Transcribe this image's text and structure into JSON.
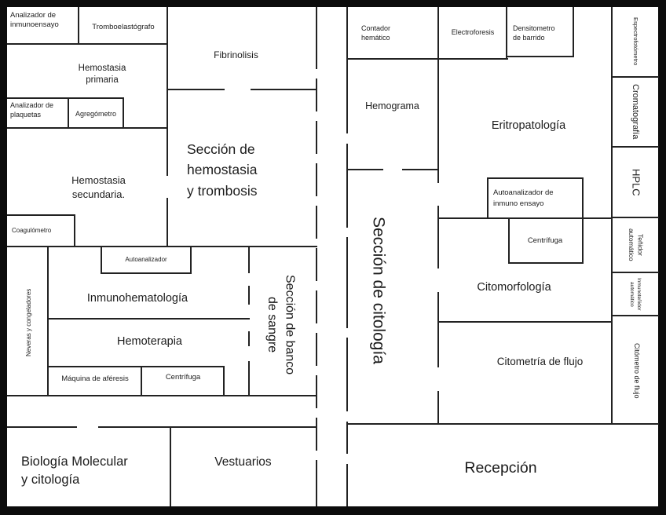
{
  "colors": {
    "wall": "#222222",
    "outer_wall": "#0c0c0c",
    "text": "#1c1c1c",
    "background": "#ffffff"
  },
  "sections": {
    "hemostasia_y_trombosis": {
      "label": "Sección de\nhemostasia\ny trombosis",
      "rooms": {
        "fibrinolisis": "Fibrinolisis",
        "hemostasia_primaria": "Hemostasia\nprimaria",
        "hemostasia_secundaria": "Hemostasia\nsecundaria."
      },
      "equipment": {
        "analizador_inmunoensayo": "Analizador de\ninmunoensayo",
        "tromboelastografo": "Tromboelastógrafo",
        "analizador_plaquetas": "Analizador de\nplaquetas",
        "agregometro": "Agregómetro",
        "coagulometro": "Coagulómetro"
      }
    },
    "banco_de_sangre": {
      "label": "Sección de banco\nde sangre",
      "rooms": {
        "inmunohematologia": "Inmunohematología",
        "hemoterapia": "Hemoterapia"
      },
      "equipment": {
        "neveras": "Neveras y congeladores",
        "autoanalizador": "Autoanalizador",
        "maquina_aferesis": "Máquina de aféresis",
        "centrifuga": "Centrífuga"
      }
    },
    "citologia": {
      "label": "Sección de citología",
      "rooms": {
        "hemograma": "Hemograma",
        "eritropatologia": "Eritropatología",
        "citomorfologia": "Citomorfología",
        "citometria_flujo": "Citometría de flujo"
      },
      "equipment": {
        "contador_hematico": "Contador\nhemático",
        "electroforesis": "Electroforesis",
        "densitometro": "Densitometro\nde barrido",
        "autoanalizador_inmunoensayo": "Autoanalizador de\ninmuno ensayo",
        "centrifuga": "Centrífuga",
        "espectrofotometro": "Espectrofotómetro",
        "cromatografia": "Cromatografía",
        "hplc": "HPLC",
        "tenidor_automatico": "Teñidor\nautomático",
        "inmunotenidor_automatico": "Inmunoteñidor\nautomático",
        "citometro_flujo": "Citómetro de flujo"
      }
    },
    "otras_areas": {
      "rooms": {
        "biologia_molecular": "Biología Molecular\ny citología",
        "vestuarios": "Vestuarios",
        "recepcion": "Recepción"
      }
    }
  }
}
